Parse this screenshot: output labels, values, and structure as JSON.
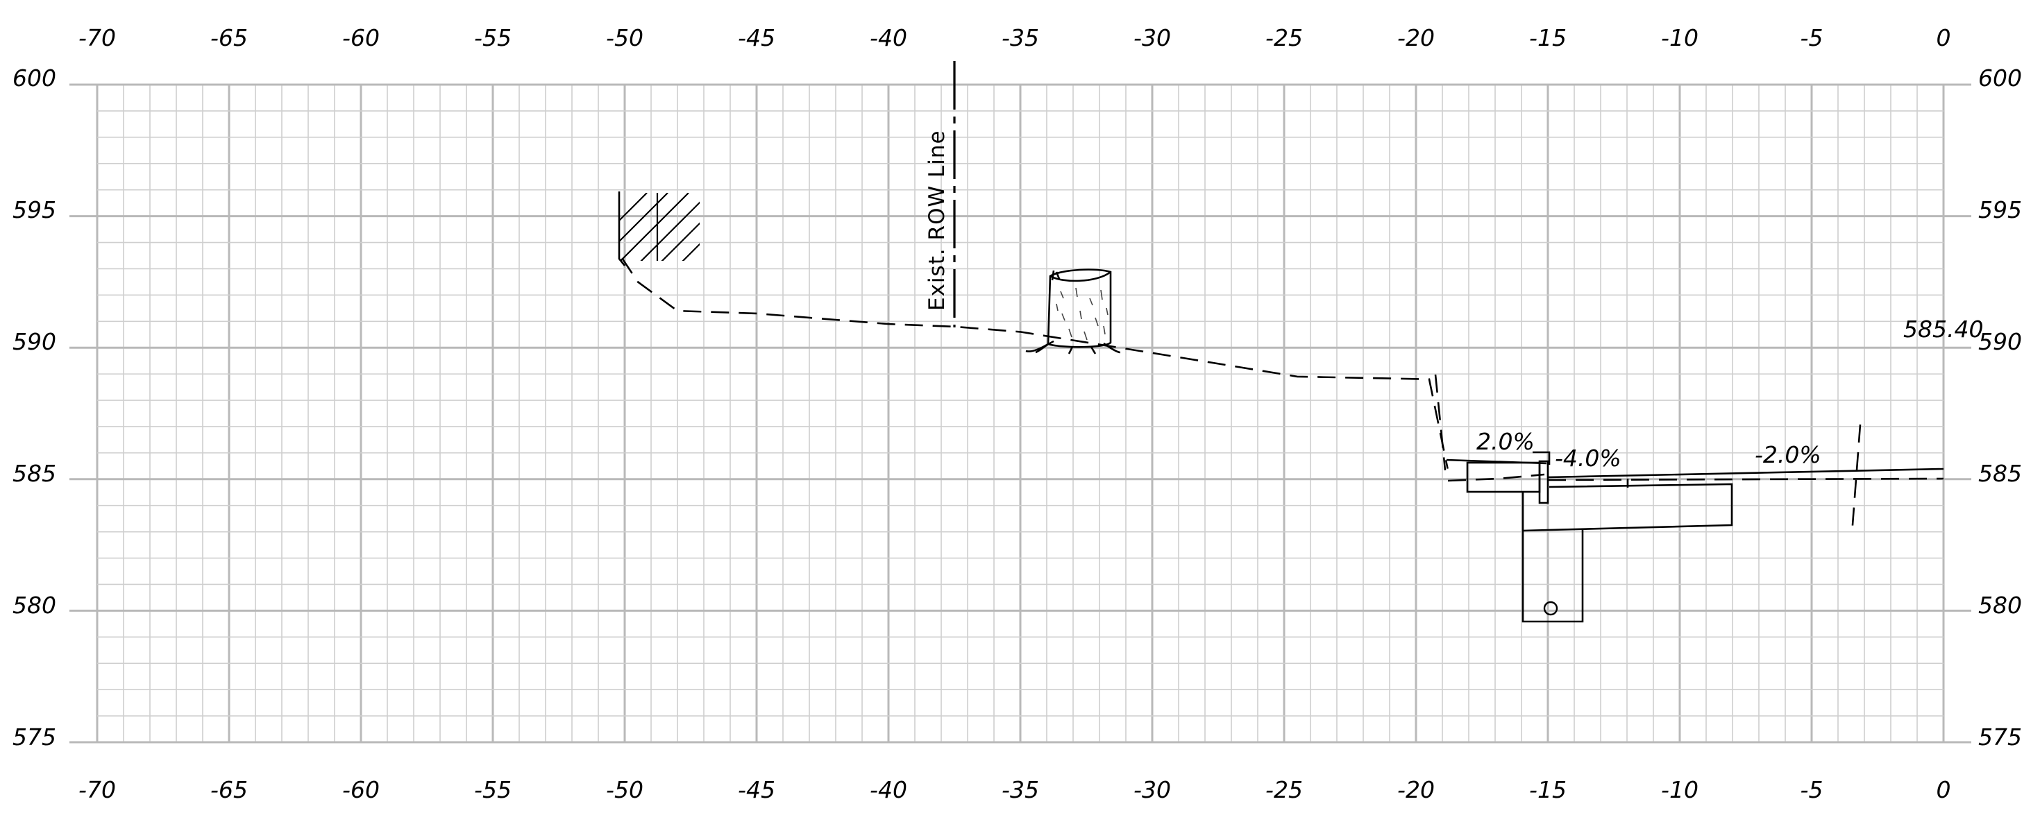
{
  "x_ticks_top": [
    "-70",
    "-65",
    "-60",
    "-55",
    "-50",
    "-45",
    "-40",
    "-35",
    "-30",
    "-25",
    "-20",
    "-15",
    "-10",
    "-5",
    "0"
  ],
  "x_ticks_bottom": [
    "-70",
    "-65",
    "-60",
    "-55",
    "-50",
    "-45",
    "-40",
    "-35",
    "-30",
    "-25",
    "-20",
    "-15",
    "-10",
    "-5",
    "0"
  ],
  "y_ticks_left": [
    "600",
    "595",
    "590",
    "585",
    "580",
    "575"
  ],
  "y_ticks_right": [
    "600",
    "595",
    "590",
    "585",
    "580",
    "575"
  ],
  "annotations": {
    "row_line": "Exist. ROW  Line",
    "slope_left": "2.0%",
    "slope_mid": "-4.0%",
    "slope_right": "-2.0%",
    "elevation": "585.40"
  },
  "chart_data": {
    "type": "cross-section",
    "x_range": [
      -70,
      0
    ],
    "y_range": [
      575,
      600
    ],
    "grid": "on (1 ft minor, 5 ft major)",
    "existing_ground": [
      {
        "x": -50.1,
        "y": 593.4
      },
      {
        "x": -49.5,
        "y": 592.5
      },
      {
        "x": -48,
        "y": 591.4
      },
      {
        "x": -45,
        "y": 591.3
      },
      {
        "x": -40,
        "y": 590.9
      },
      {
        "x": -37.5,
        "y": 590.8
      },
      {
        "x": -35,
        "y": 590.6
      },
      {
        "x": -30,
        "y": 589.8
      },
      {
        "x": -24.5,
        "y": 588.9
      },
      {
        "x": -19.5,
        "y": 588.8
      },
      {
        "x": -18.8,
        "y": 585.4
      }
    ],
    "proposed_surface": {
      "left": {
        "x": -15,
        "y": 585
      },
      "right": {
        "x": 0,
        "y": 585.4
      }
    },
    "row_line_station": -37.5,
    "slopes": [
      "2.0%",
      "-4.0%",
      "-2.0%"
    ],
    "elevation_label": "585.40"
  }
}
